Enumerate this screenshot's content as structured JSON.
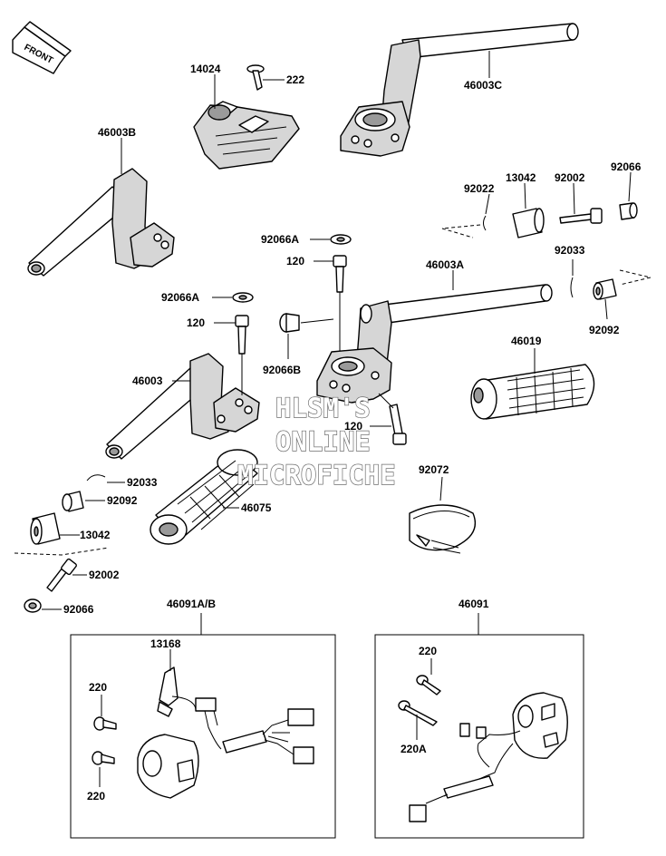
{
  "diagram": {
    "front_label": "FRONT",
    "watermark_lines": [
      "HLSM'S",
      "ONLINE",
      "MICROFICHE"
    ],
    "labels": {
      "p14024": "14024",
      "p222": "222",
      "p46003C": "46003C",
      "p46003B": "46003B",
      "p92022": "92022",
      "p13042_top": "13042",
      "p92002_top": "92002",
      "p92066_top": "92066",
      "p92066A_top": "92066A",
      "p120_top": "120",
      "p46003A": "46003A",
      "p92033_right": "92033",
      "p92092_right": "92092",
      "p92066A_left": "92066A",
      "p120_left": "120",
      "p92066B": "92066B",
      "p46019": "46019",
      "p46003": "46003",
      "p120_mid": "120",
      "p92033_left": "92033",
      "p92092_left": "92092",
      "p46075": "46075",
      "p92072": "92072",
      "p13042_left": "13042",
      "p92002_left": "92002",
      "p92066_left": "92066",
      "p46091AB": "46091A/B",
      "p46091": "46091",
      "p13168": "13168",
      "p220_a": "220",
      "p220_b": "220",
      "p220_c": "220",
      "p220A": "220A"
    }
  }
}
